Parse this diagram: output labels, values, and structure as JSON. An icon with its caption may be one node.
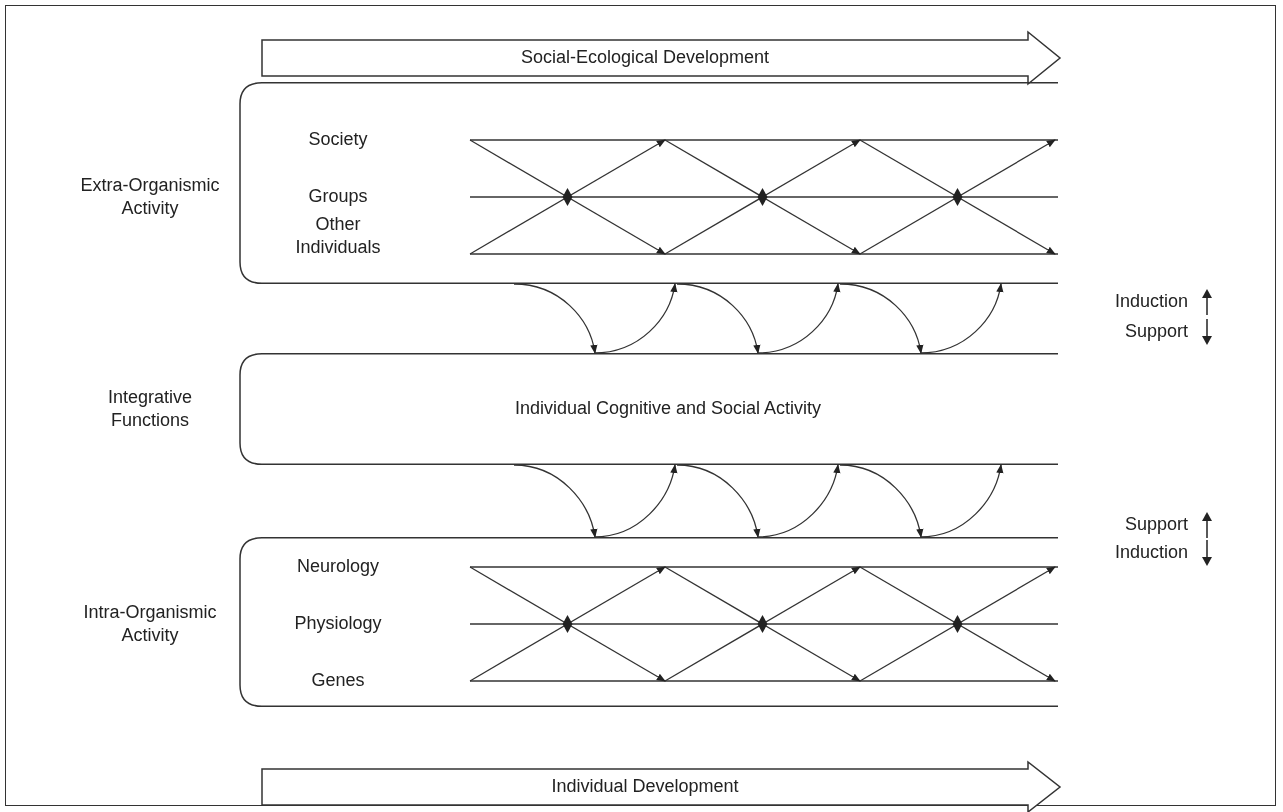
{
  "diagram": {
    "nodes": [
      {
        "text": [
          "Social-Ecological Development"
        ]
      },
      {
        "text": [
          "Extra-Organismic Activity"
        ]
      },
      {
        "text": [
          "Society"
        ],
        "in": 1
      },
      {
        "text": [
          "Groups"
        ],
        "in": 1
      },
      {
        "text": [
          "Other Individuals"
        ],
        "in": 1
      },
      {
        "text": [
          "Integrative Functions",
          "Individual Cognitive and Social Activity"
        ]
      },
      {
        "text": [
          "Intra-Organismic Activity"
        ]
      },
      {
        "text": [
          "Neurology"
        ],
        "in": 6
      },
      {
        "text": [
          "Physiology"
        ],
        "in": 6
      },
      {
        "text": [
          "Genes"
        ],
        "in": 6
      },
      {
        "text": [
          "Individual Development"
        ]
      }
    ],
    "edges": [
      {
        "from": 1,
        "to": 5,
        "arrow": "to"
      },
      {
        "from": 5,
        "to": 1,
        "arrow": "to"
      },
      {
        "from": 1,
        "to": 5,
        "arrow": "to"
      },
      {
        "from": 5,
        "to": 1,
        "arrow": "to"
      },
      {
        "from": 1,
        "to": 5,
        "arrow": "to"
      },
      {
        "from": 5,
        "to": 1,
        "arrow": "to"
      },
      {
        "from": 5,
        "to": 6,
        "arrow": "to"
      },
      {
        "from": 6,
        "to": 5,
        "arrow": "to"
      },
      {
        "from": 5,
        "to": 6,
        "arrow": "to"
      },
      {
        "from": 6,
        "to": 5,
        "arrow": "to"
      },
      {
        "from": 5,
        "to": 6,
        "arrow": "to"
      },
      {
        "from": 6,
        "to": 5,
        "arrow": "to"
      }
    ],
    "labels": [
      "Induction",
      "Support",
      "Support",
      "Induction"
    ]
  }
}
